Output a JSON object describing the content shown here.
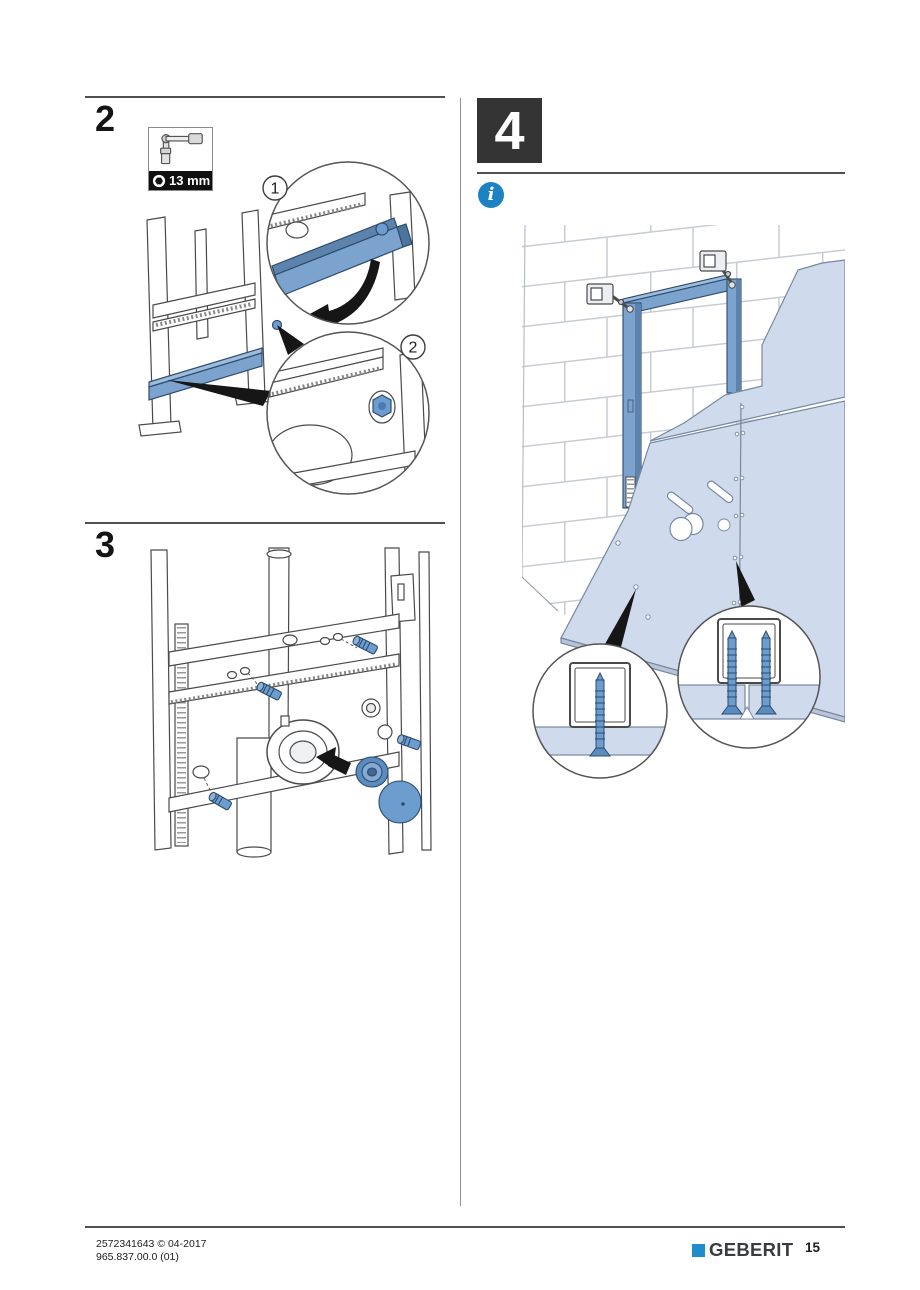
{
  "steps": {
    "step2": {
      "label": "2",
      "tool_size": "13 mm",
      "callout_1": "1",
      "callout_2": "2"
    },
    "step3": {
      "label": "3"
    },
    "step4": {
      "label": "4"
    }
  },
  "info_symbol": "i",
  "footer": {
    "doc_id": "2572341643 © 04-2017",
    "doc_version": "965.837.00.0 (01)",
    "brand": "GEBERIT",
    "page_number": "15"
  },
  "icons": {
    "tool": "socket-wrench-icon",
    "tool_socket": "hex-socket-icon",
    "info": "info-icon",
    "brand_mark": "geberit-logo-square"
  },
  "colors": {
    "frame_blue": "#7ba3cd",
    "frame_blue_dark": "#5d83ad",
    "panel_blue": "#cfdaec",
    "screw_blue": "#6d9cce",
    "info_blue": "#1c82c4",
    "brand_blue": "#1f8ccb",
    "step_box_bg": "#343434"
  }
}
